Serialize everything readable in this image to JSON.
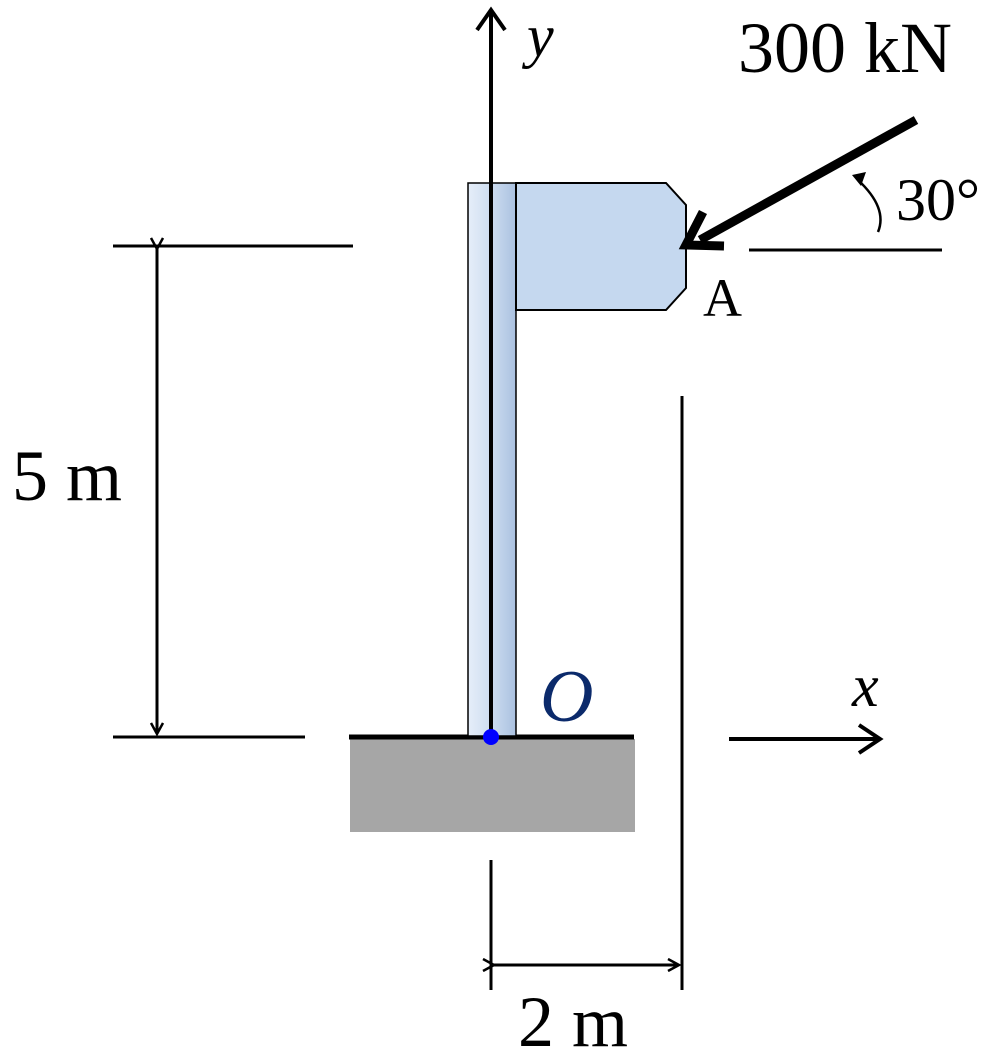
{
  "labels": {
    "force": "300 kN",
    "angle": "30°",
    "point_a": "A",
    "origin": "O",
    "axis_x": "x",
    "axis_y": "y",
    "height_dim": "5 m",
    "width_dim": "2 m"
  },
  "colors": {
    "post_fill": "#b4c9e4",
    "post_highlight": "#e4ecf8",
    "sign_fill": "#c5d8ef",
    "ground_fill": "#a6a6a6",
    "origin_dot": "#0000ff",
    "origin_label": "#0b2a6b",
    "line": "#000000"
  }
}
